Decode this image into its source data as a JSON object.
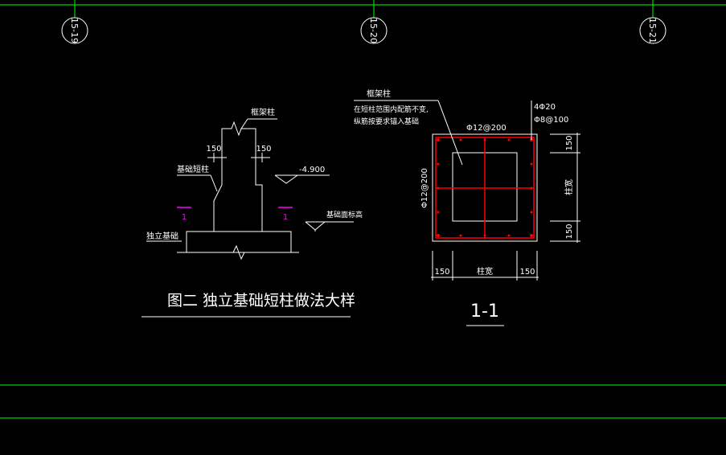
{
  "colors": {
    "background": "#000000",
    "line": "#ffffff",
    "grid": "#00ff00",
    "rebar": "#ff0000",
    "section_mark": "#ff00ff"
  },
  "axes": [
    "15-19",
    "15-20",
    "15-21"
  ],
  "left_detail": {
    "frame_column": "框架柱",
    "short_column": "基础短柱",
    "footing": "独立基础",
    "footing_top": "基础面标高",
    "elevation": "-4.900",
    "dim_left": "150",
    "dim_right": "150",
    "section_label_left": "1",
    "section_label_right": "1",
    "caption": "图二  独立基础短柱做法大样"
  },
  "section_detail": {
    "frame_column": "框架柱",
    "note_line1": "在短柱范围内配筋不变,",
    "note_line2": "纵筋按要求锚入基础",
    "rebar_long": "4Φ20",
    "rebar_stirrup": "Φ8@100",
    "top_bars": "Φ12@200",
    "side_bars": "Φ12@200",
    "dim_top": "150",
    "dim_mid": "柱宽",
    "dim_bottom": "150",
    "dim_bot_left": "150",
    "dim_bot_mid": "柱宽",
    "dim_bot_right": "150",
    "caption": "1-1"
  }
}
